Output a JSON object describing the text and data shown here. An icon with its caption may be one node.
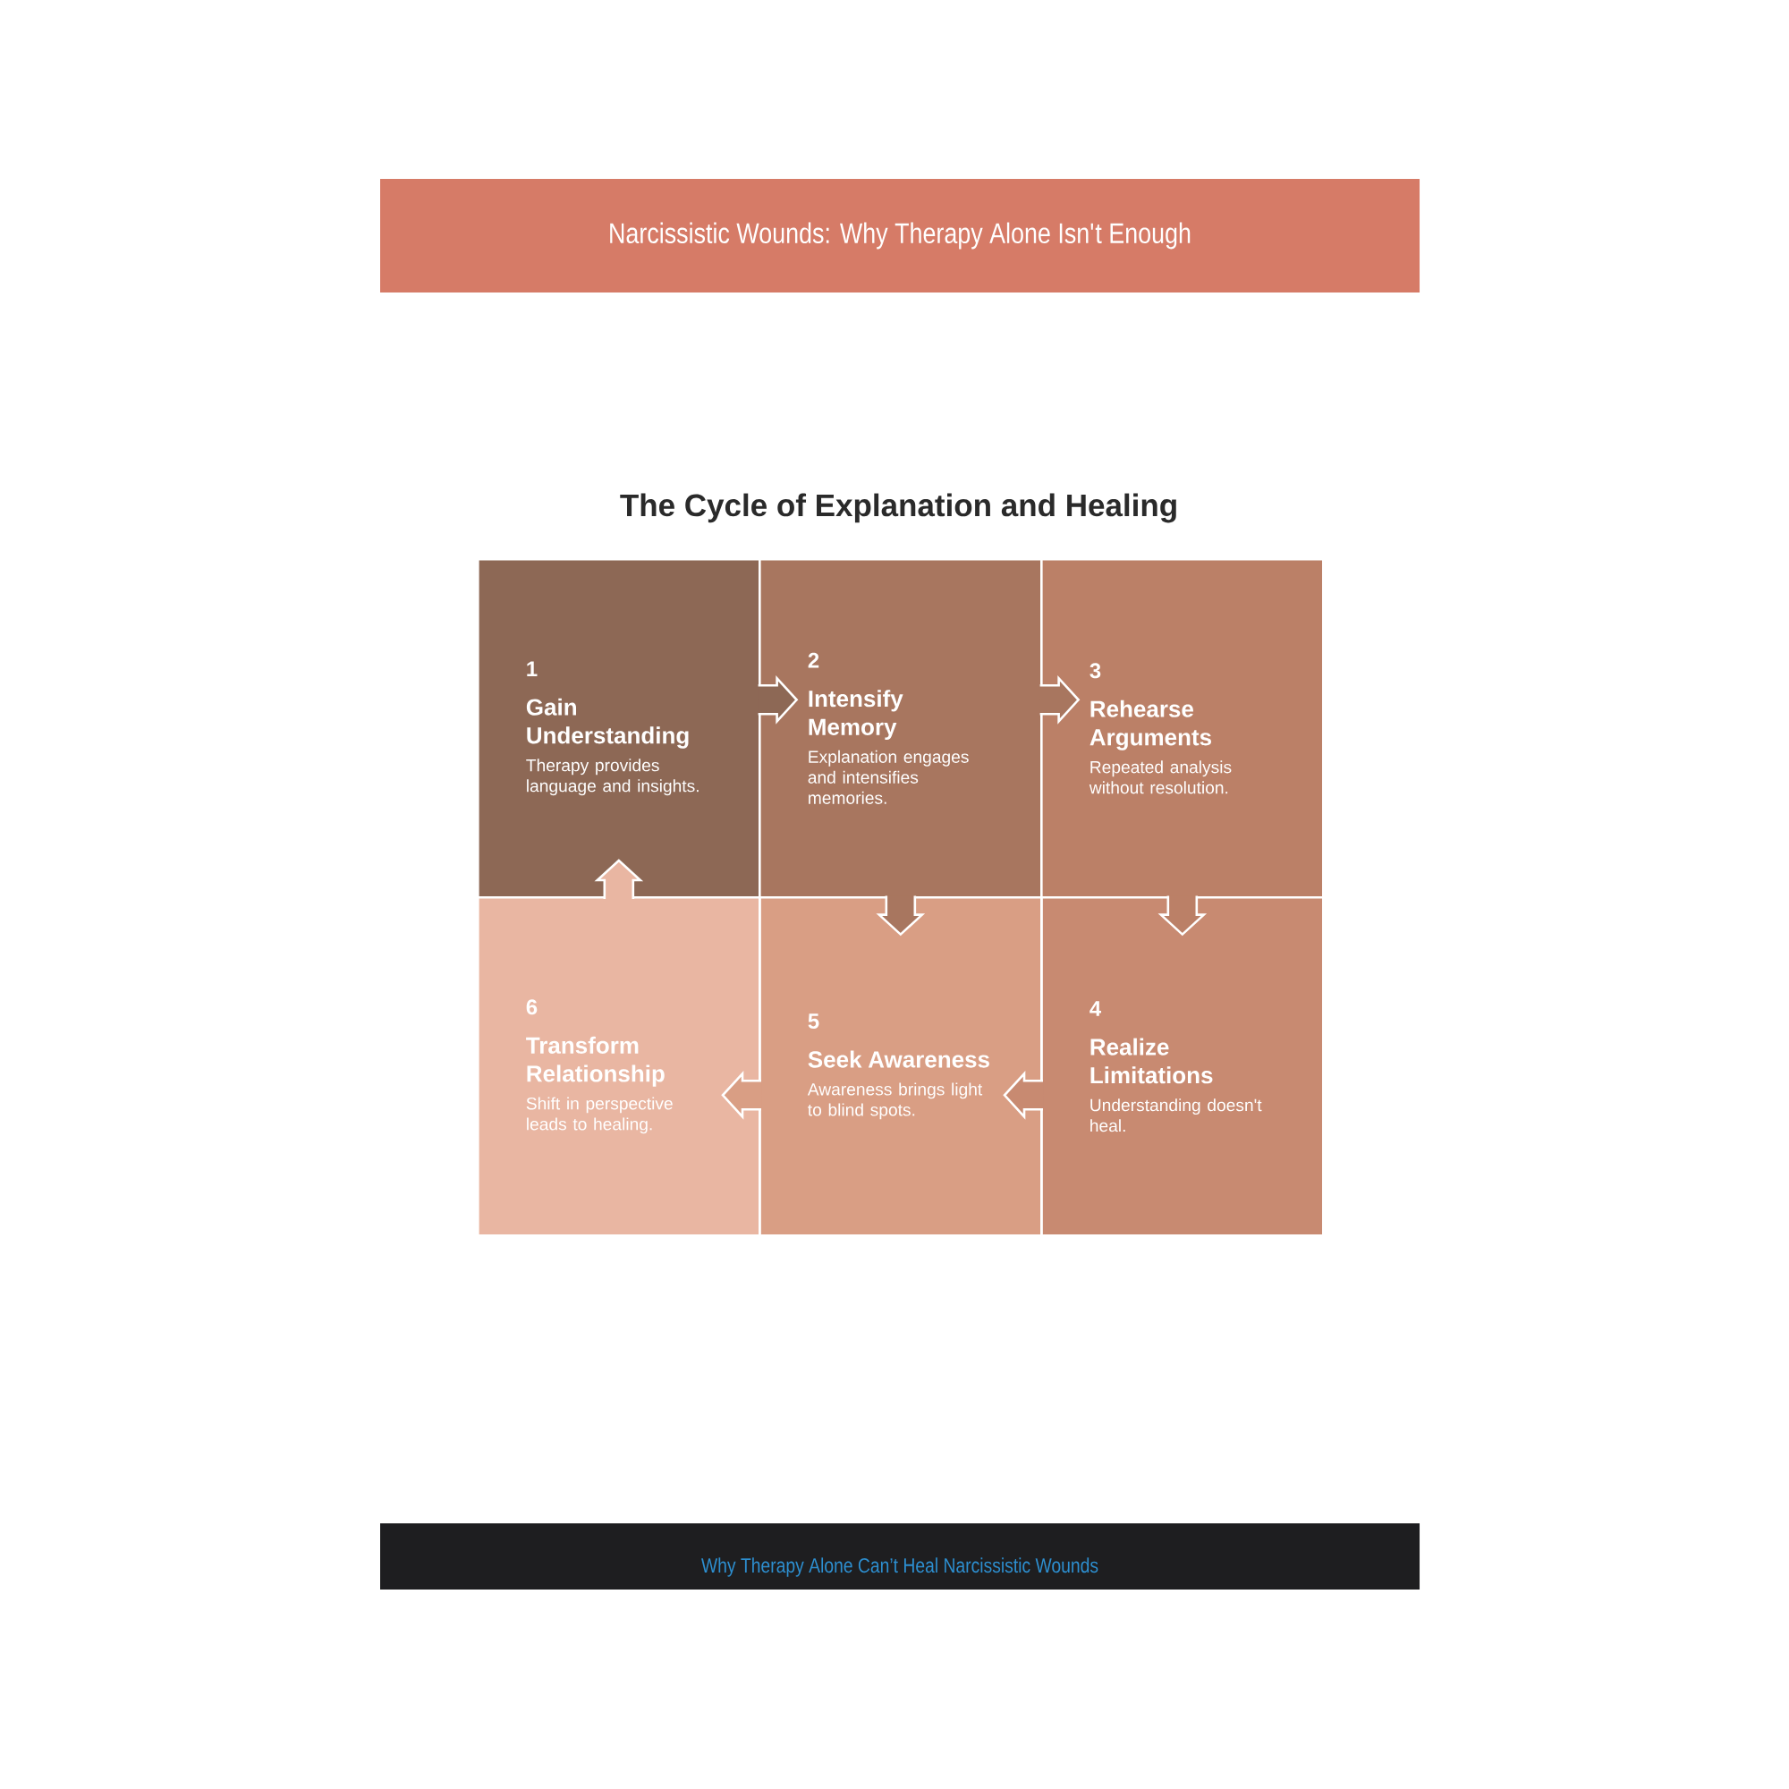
{
  "diagram": {
    "title": "The Cycle of Explanation and Healing",
    "nodes": [
      {
        "text": [
          "Narcissistic Wounds: Why Therapy Alone Isn't Enough"
        ]
      },
      {
        "text": [
          "1",
          "Gain Understanding",
          "Therapy provides language and insights."
        ]
      },
      {
        "text": [
          "2",
          "Intensify Memory",
          "Explanation engages and intensifies memories."
        ]
      },
      {
        "text": [
          "3",
          "Rehearse Arguments",
          "Repeated analysis without resolution."
        ]
      },
      {
        "text": [
          "4",
          "Realize Limitations",
          "Understanding doesn't heal."
        ]
      },
      {
        "text": [
          "5",
          "Seek Awareness",
          "Awareness brings light to blind spots."
        ]
      },
      {
        "text": [
          "6",
          "Transform Relationship",
          "Shift in perspective leads to healing."
        ]
      },
      {
        "text": [
          "Why Therapy Alone Can’t Heal Narcissistic Wounds"
        ]
      }
    ],
    "edges": [
      {
        "from": 1,
        "to": 2,
        "arrow": "to"
      },
      {
        "from": 2,
        "to": 3,
        "arrow": "to"
      },
      {
        "from": 3,
        "to": 4,
        "arrow": "to"
      },
      {
        "from": 2,
        "to": 5,
        "arrow": "to"
      },
      {
        "from": 4,
        "to": 5,
        "arrow": "to"
      },
      {
        "from": 5,
        "to": 6,
        "arrow": "to"
      },
      {
        "from": 6,
        "to": 1,
        "arrow": "to"
      }
    ]
  }
}
